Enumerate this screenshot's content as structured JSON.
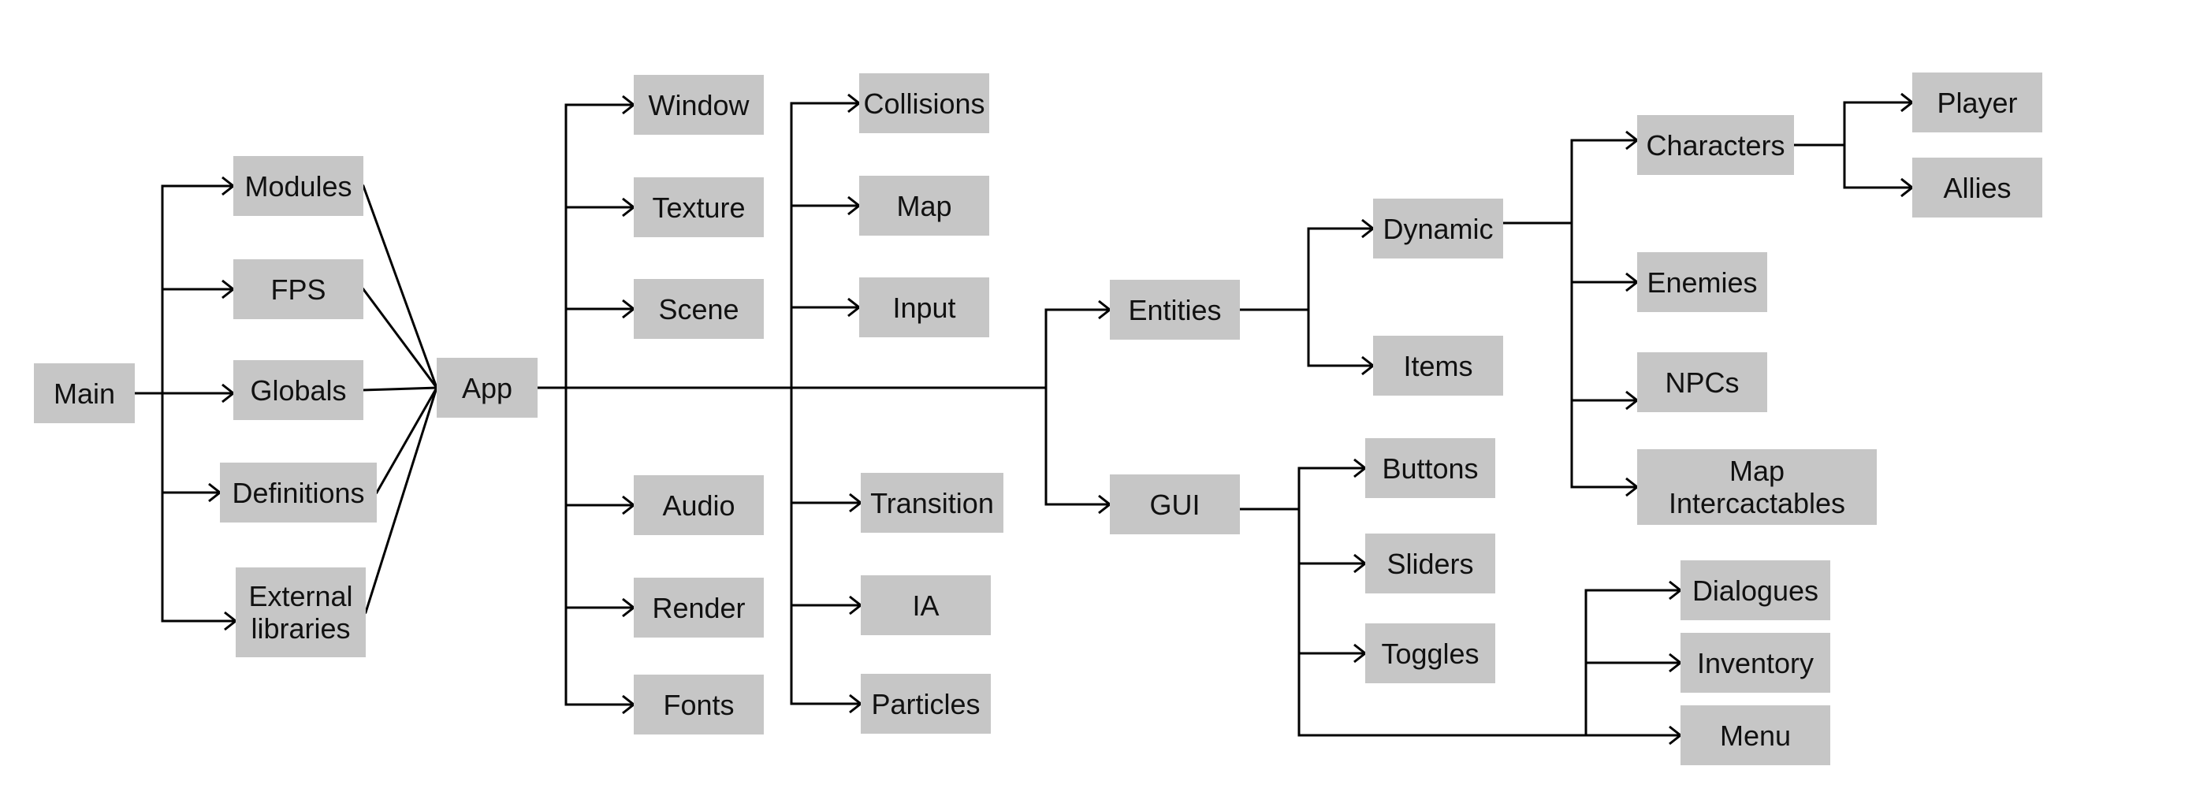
{
  "colors": {
    "node_fill": "#c6c6c6",
    "edge": "#000000",
    "text": "#111111",
    "background": "#ffffff"
  },
  "nodes": {
    "main": "Main",
    "modules": "Modules",
    "fps": "FPS",
    "globals": "Globals",
    "definitions": "Definitions",
    "external_libraries": "External\nlibraries",
    "app": "App",
    "window": "Window",
    "texture": "Texture",
    "scene": "Scene",
    "audio": "Audio",
    "render": "Render",
    "fonts": "Fonts",
    "collisions": "Collisions",
    "map": "Map",
    "input": "Input",
    "transition": "Transition",
    "ia": "IA",
    "particles": "Particles",
    "entities": "Entities",
    "gui": "GUI",
    "dynamic": "Dynamic",
    "items": "Items",
    "characters": "Characters",
    "enemies": "Enemies",
    "npcs": "NPCs",
    "map_intercactables": "Map\nIntercactables",
    "player": "Player",
    "allies": "Allies",
    "buttons": "Buttons",
    "sliders": "Sliders",
    "toggles": "Toggles",
    "dialogues": "Dialogues",
    "inventory": "Inventory",
    "menu": "Menu"
  }
}
